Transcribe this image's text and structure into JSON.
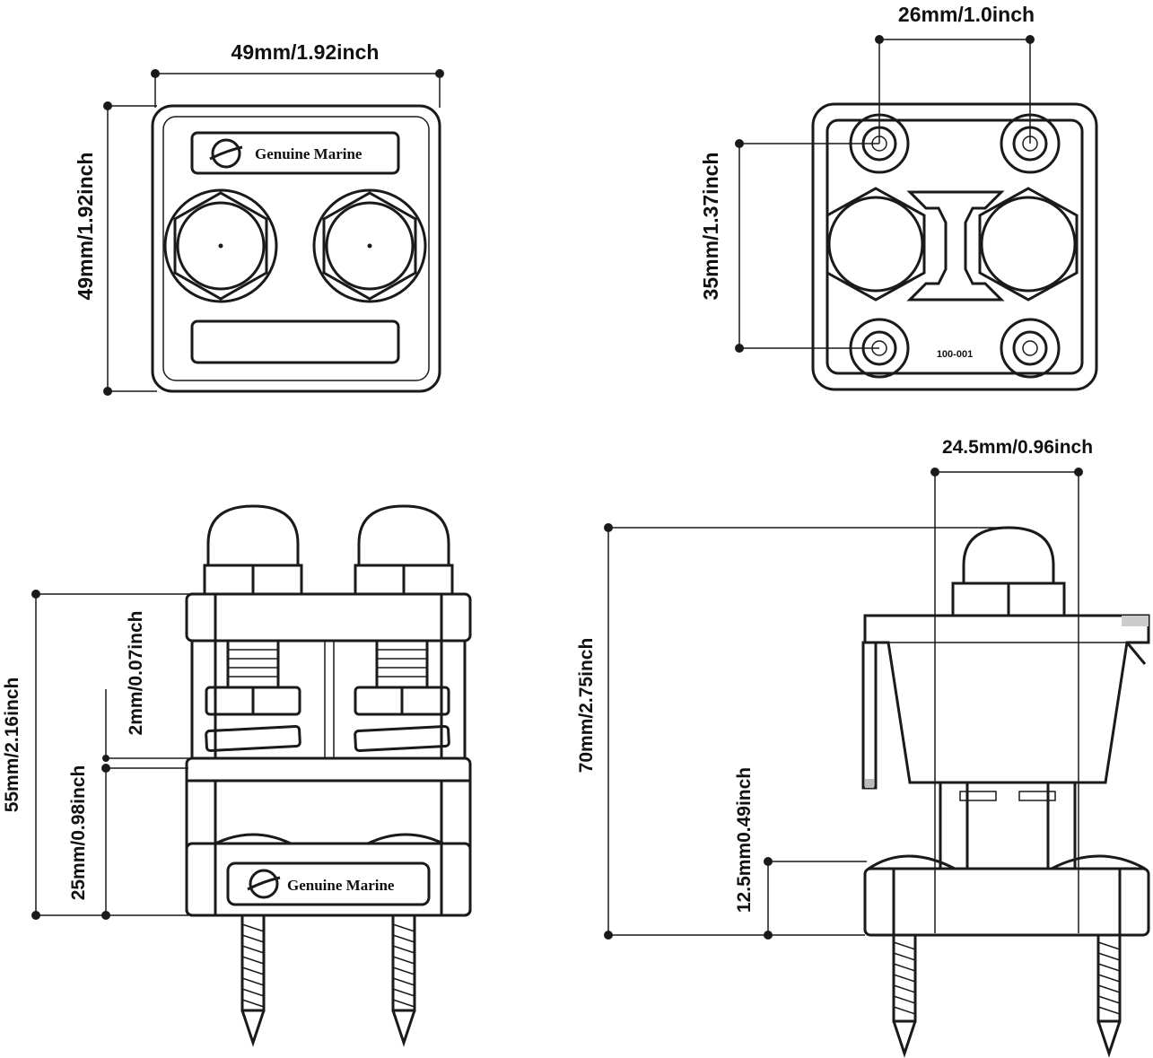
{
  "brand": {
    "name": "Genuine Marine"
  },
  "views": {
    "top": {
      "width_label": "49mm/1.92inch",
      "height_label": "49mm/1.92inch"
    },
    "bottom": {
      "hole_spacing_label": "26mm/1.0inch",
      "hole_vertical_label": "35mm/1.37inch",
      "part_code": "100-001"
    },
    "front": {
      "total_height_label": "55mm/2.16inch",
      "base_height_label": "25mm/0.98inch",
      "gap_label": "2mm/0.07inch"
    },
    "side": {
      "stud_spacing_label": "24.5mm/0.96inch",
      "total_height_label": "70mm/2.75inch",
      "base_height_label": "12.5mm0.49inch"
    }
  }
}
